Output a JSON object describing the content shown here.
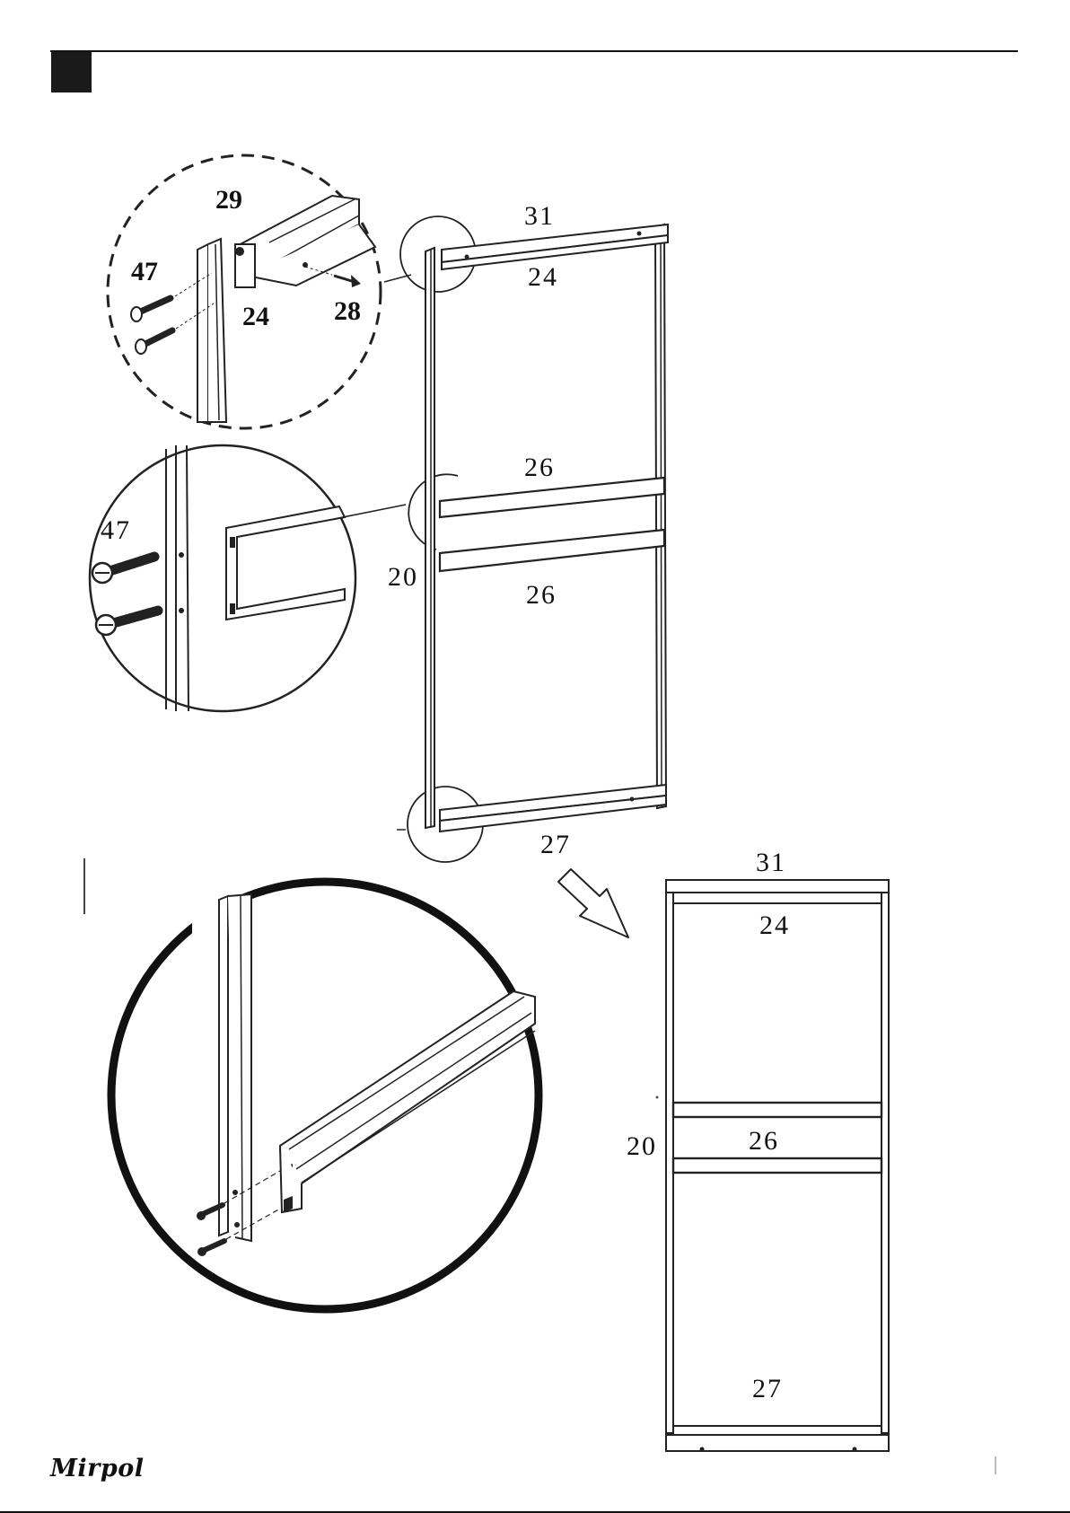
{
  "brand": {
    "name": "Mirpol"
  },
  "labels": {
    "detail_top": {
      "screw_a": "47",
      "bolt_b": "29",
      "rail": "24",
      "bolt_c": "28"
    },
    "detail_middle": {
      "screws": "47"
    },
    "frame_main": {
      "top_rail": "31",
      "top_inner": "24",
      "middle_rail_upper": "26",
      "side_post": "20",
      "middle_rail_lower": "26",
      "bottom_rail": "27"
    },
    "frame_result": {
      "top_rail": "31",
      "top_inner": "24",
      "side_post": "20",
      "middle": "26",
      "bottom": "27"
    }
  }
}
